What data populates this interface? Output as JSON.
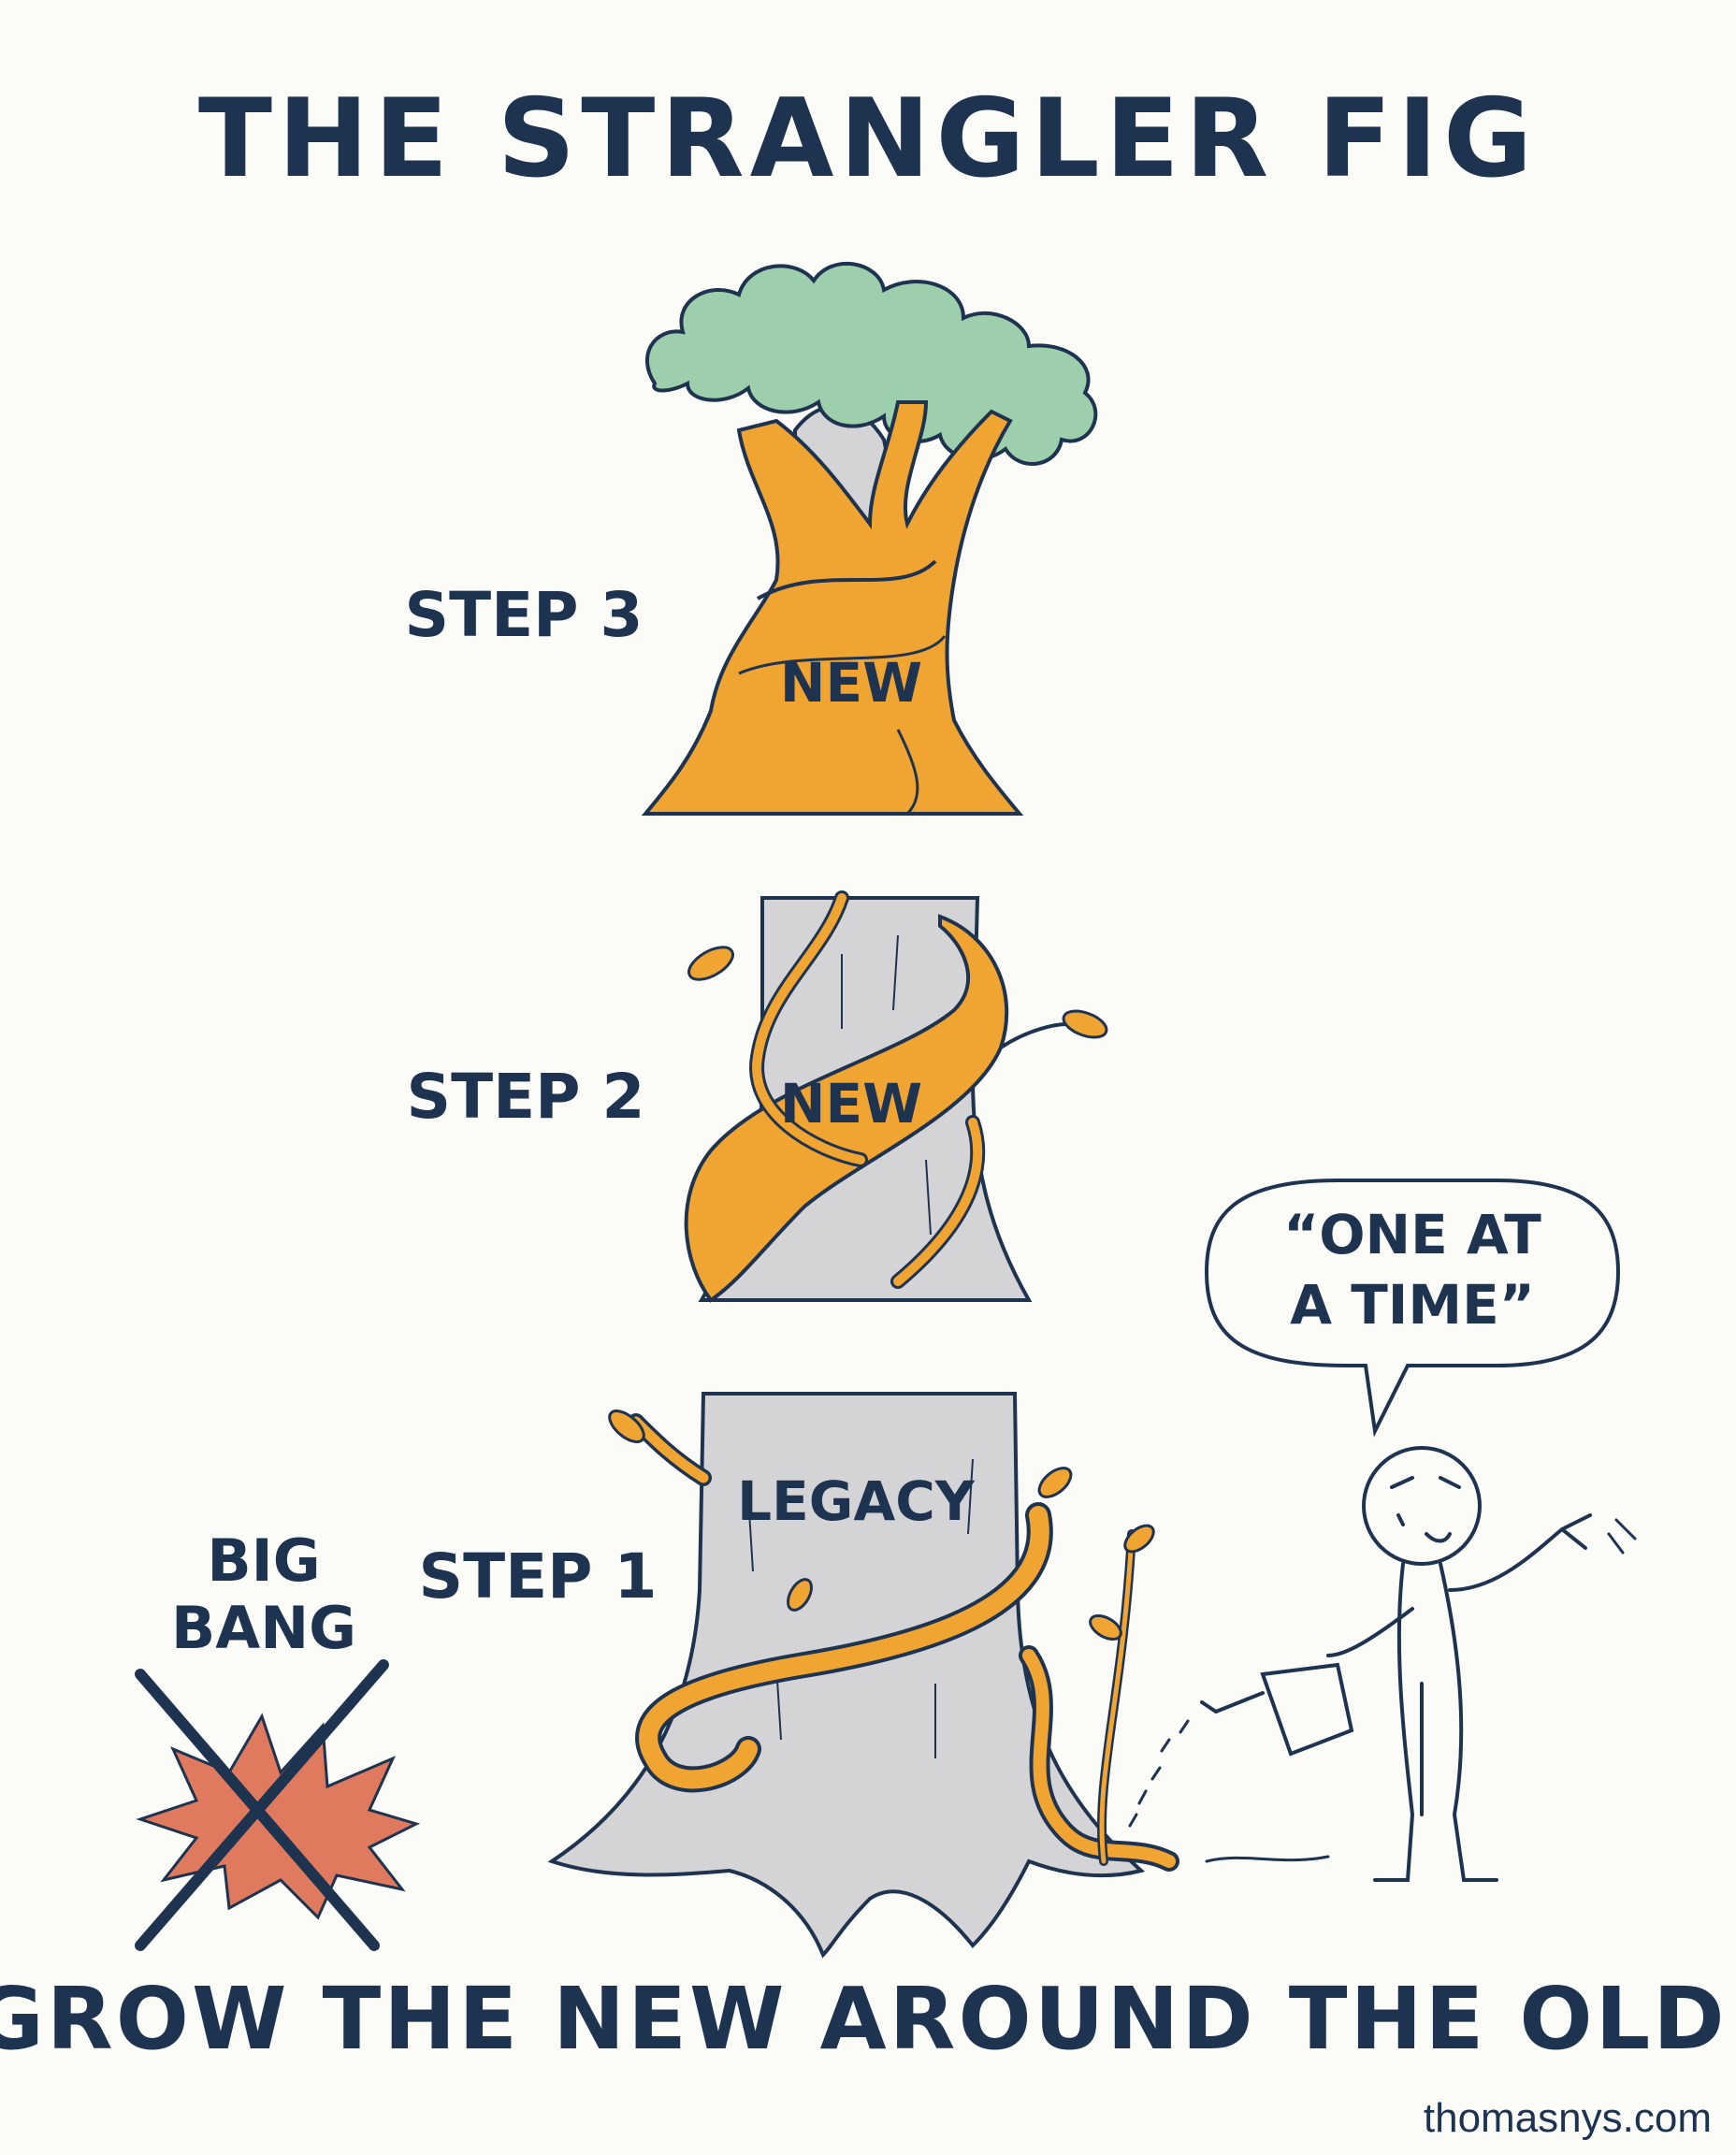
{
  "title": "THE STRANGLER FIG",
  "steps": [
    {
      "label": "STEP 3",
      "tag": "NEW"
    },
    {
      "label": "STEP 2",
      "tag": "NEW"
    },
    {
      "label": "STEP 1",
      "tag": "LEGACY"
    }
  ],
  "big_bang": {
    "line1": "BIG",
    "line2": "BANG"
  },
  "speech": {
    "line1": "“ONE AT",
    "line2": "A TIME”"
  },
  "caption": "GROW THE NEW AROUND THE OLD.",
  "credit": "thomasnys.com",
  "colors": {
    "ink": "#1e3350",
    "vine": "#f0a431",
    "trunk": "#d4d4d6",
    "canopy": "#9dcfac",
    "explosion": "#e07a5f"
  }
}
